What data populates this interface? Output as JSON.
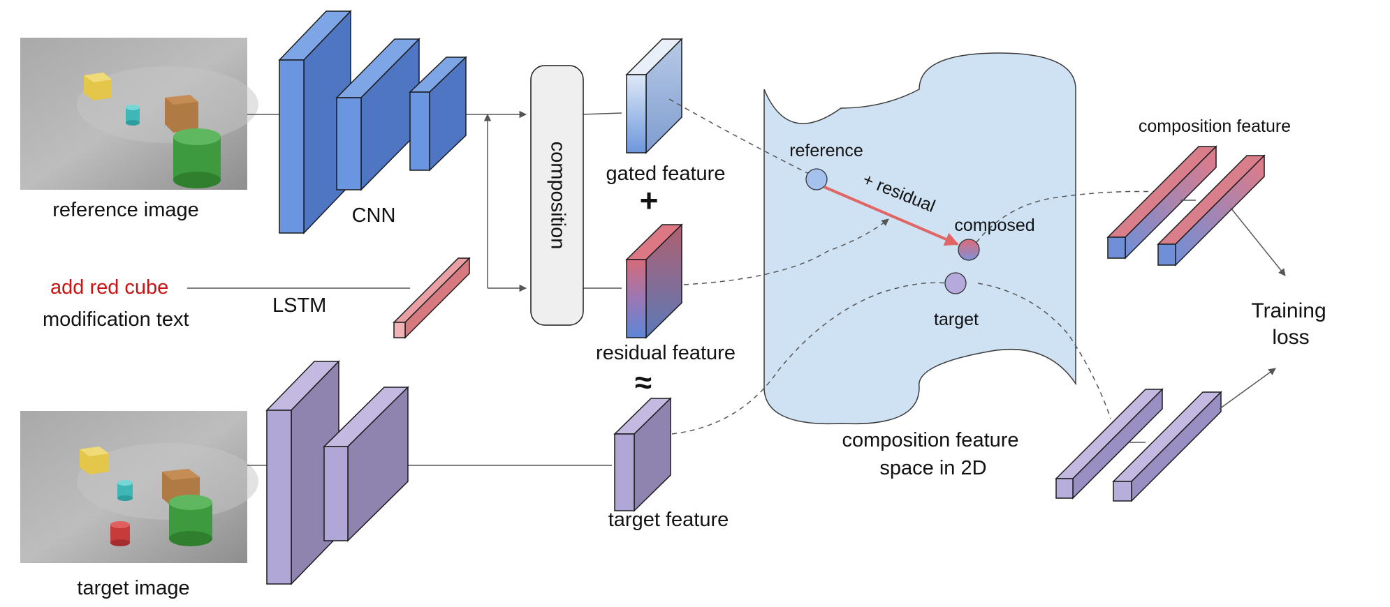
{
  "labels": {
    "reference_image": "reference image",
    "cnn": "CNN",
    "modification_text_value": "add red cube",
    "modification_text": "modification text",
    "lstm": "LSTM",
    "target_image": "target image",
    "composition": "composition",
    "gated_feature": "gated feature",
    "plus": "+",
    "residual_feature": "residual feature",
    "approx": "≈",
    "target_feature": "target feature",
    "reference": "reference",
    "plus_residual": "+ residual",
    "composed": "composed",
    "target": "target",
    "space_line1": "composition feature",
    "space_line2": "space in 2D",
    "composition_feature": "composition feature",
    "training_loss_line1": "Training",
    "training_loss_line2": "loss"
  },
  "colors": {
    "cnn_blue": "#5b83c9",
    "target_purple": "#9f92c4",
    "lstm_red": "#e08a8e",
    "modification_text_red": "#cc1111",
    "space_fill": "#cfe2f3",
    "residual_arrow": "#e06666"
  }
}
